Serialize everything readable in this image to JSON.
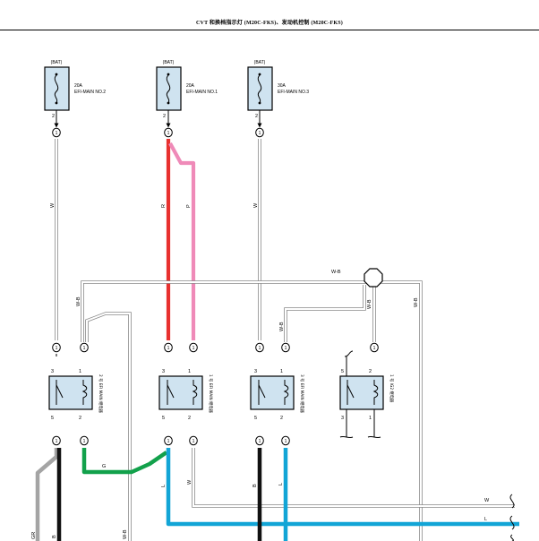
{
  "title": "CVT 和换档指示灯 (M20C-FKS)、发动机控制 (M20C-FKS)",
  "fuses": [
    {
      "source": "(BAT)",
      "rating": "20A",
      "name": "EFI-MAIN NO.2",
      "pin": "2",
      "connector": "1"
    },
    {
      "source": "(BAT)",
      "rating": "20A",
      "name": "EFI-MAIN NO.1",
      "pin": "2",
      "connector": "1"
    },
    {
      "source": "(BAT)",
      "rating": "30A",
      "name": "EFI-MAIN NO.3",
      "pin": "2",
      "connector": "1"
    }
  ],
  "relays": [
    {
      "name": "2 号 EFI MAIN 继电器",
      "pins": {
        "tl": "3",
        "tr": "1",
        "bl": "5",
        "br": "2"
      }
    },
    {
      "name": "1 号 EFI MAIN 继电器",
      "pins": {
        "tl": "3",
        "tr": "1",
        "bl": "5",
        "br": "2"
      }
    },
    {
      "name": "3 号 EFI MAIN 继电器",
      "pins": {
        "tl": "3",
        "tr": "1",
        "bl": "5",
        "br": "2"
      }
    },
    {
      "name": "1 号 IG2 继电器",
      "pins": {
        "tl": "5",
        "tr": "2",
        "bl": "3",
        "br": "1"
      }
    }
  ],
  "connector_label": "1",
  "wire_labels": {
    "fuse2_out": "W",
    "fuse1_red": "R",
    "fuse1_pink": "P",
    "fuse3_out": "W",
    "top_bus": "W-B",
    "relay2_coil": "W-B",
    "relay3_coil": "W-B",
    "ig2_coil": "W-B",
    "right_drop": "W-B",
    "green": "G",
    "relay1_out_l": "L",
    "relay1_out_w": "W",
    "relay3_out_b": "B",
    "relay3_out_l": "L",
    "right_w": "W",
    "right_l": "L",
    "left_gr": "GR",
    "left_b": "B",
    "left_wb": "W-B"
  },
  "colors": {
    "red": "#e8312f",
    "pink": "#ef8ab8",
    "green": "#12a14b",
    "blue": "#12a5d6",
    "black": "#111111",
    "gray": "#a4a4a4",
    "white_wire_edge": "#8a8a8a",
    "relay_fill": "#cfe3f0"
  }
}
